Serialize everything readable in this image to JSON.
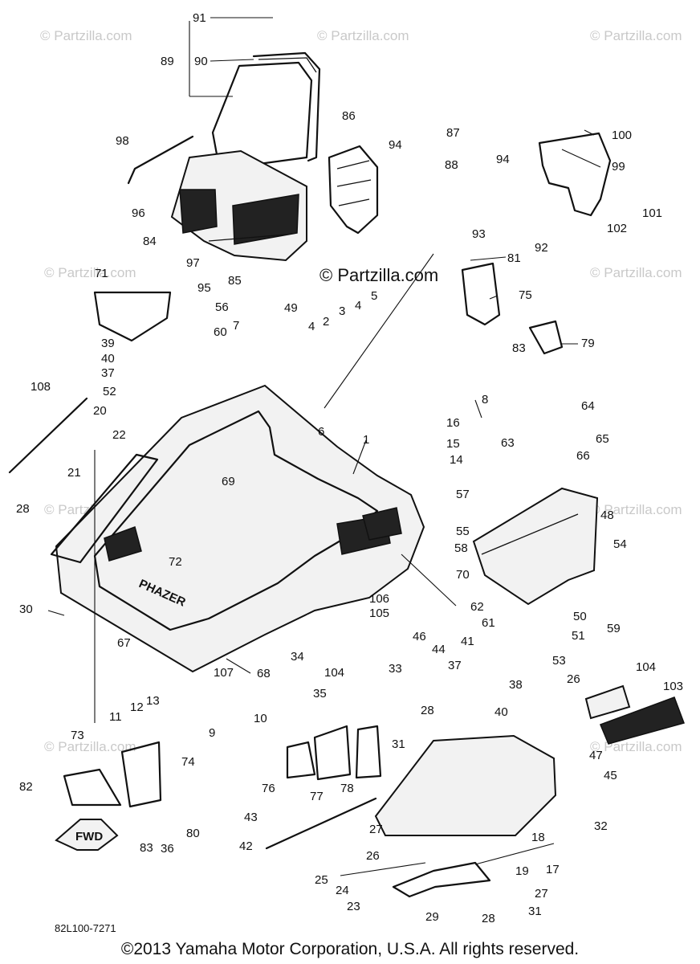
{
  "watermark": {
    "short": "© Partzilla.com",
    "main": "© Partzilla.com"
  },
  "diagram_code": "82L100-7271",
  "fwd_label": "FWD",
  "decal_text": "PHAZER",
  "footer": "©2013 Yamaha Motor Corporation, U.S.A. All rights reserved.",
  "callouts": [
    "91",
    "89",
    "90",
    "86",
    "87",
    "88",
    "94",
    "100",
    "99",
    "98",
    "96",
    "84",
    "97",
    "95",
    "85",
    "93",
    "92",
    "94",
    "102",
    "101",
    "81",
    "71",
    "56",
    "49",
    "3",
    "4",
    "5",
    "2",
    "4",
    "75",
    "83",
    "79",
    "39",
    "60",
    "7",
    "40",
    "37",
    "52",
    "8",
    "108",
    "20",
    "22",
    "6",
    "16",
    "15",
    "14",
    "64",
    "63",
    "66",
    "65",
    "21",
    "69",
    "1",
    "57",
    "48",
    "28",
    "72",
    "55",
    "58",
    "54",
    "70",
    "30",
    "62",
    "61",
    "50",
    "106",
    "105",
    "59",
    "67",
    "68",
    "51",
    "34",
    "104",
    "33",
    "46",
    "44",
    "41",
    "37",
    "53",
    "11",
    "12",
    "13",
    "107",
    "10",
    "38",
    "26",
    "104",
    "103",
    "35",
    "28",
    "40",
    "9",
    "73",
    "74",
    "31",
    "76",
    "77",
    "78",
    "47",
    "45",
    "82",
    "43",
    "80",
    "36",
    "83",
    "27",
    "26",
    "18",
    "32",
    "42",
    "25",
    "19",
    "17",
    "24",
    "27",
    "23",
    "29",
    "28",
    "31"
  ]
}
